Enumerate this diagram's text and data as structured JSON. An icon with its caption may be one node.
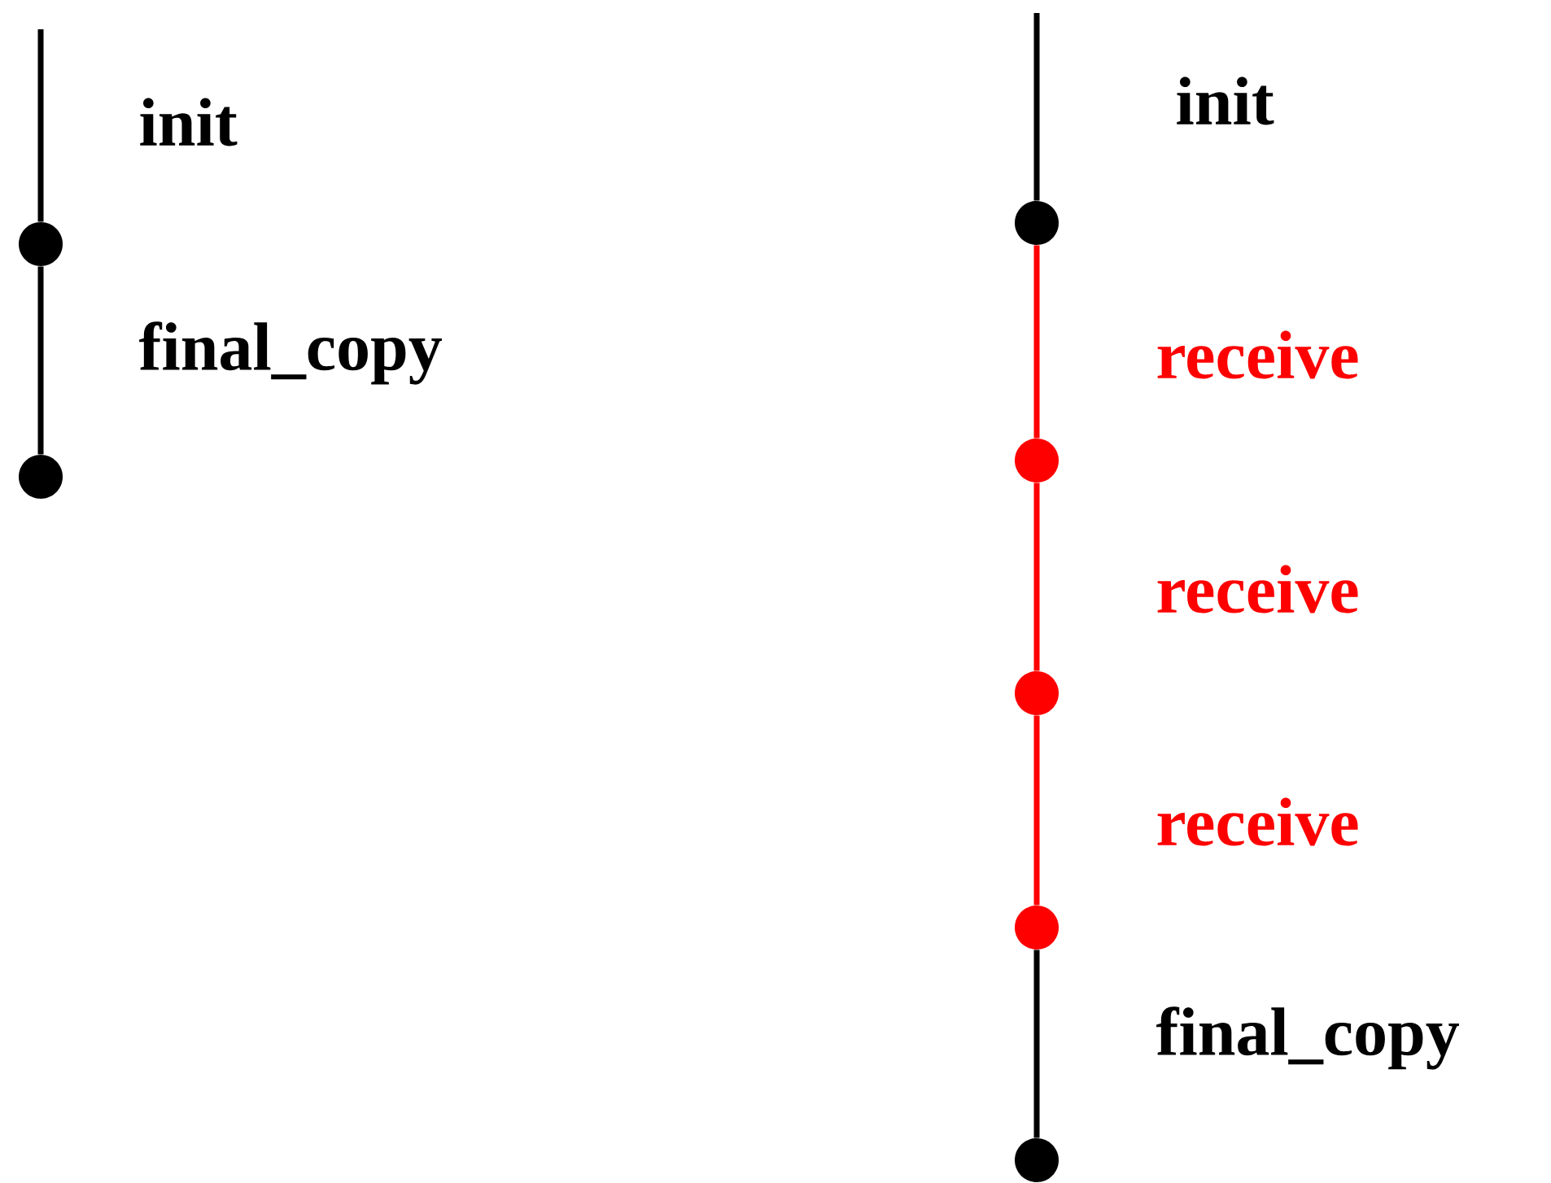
{
  "diagram": {
    "nodes": [
      {
        "text": [],
        "shape": "circle"
      },
      {
        "text": [],
        "shape": "circle"
      },
      {
        "text": [],
        "shape": "circle"
      },
      {
        "text": [],
        "shape": "circle"
      },
      {
        "text": [],
        "shape": "circle"
      },
      {
        "text": [],
        "shape": "circle"
      },
      {
        "text": [],
        "shape": "circle"
      }
    ],
    "edges": [
      {
        "from": null,
        "to": 0,
        "arrow": "none",
        "label": "init"
      },
      {
        "from": 0,
        "to": 1,
        "arrow": "none",
        "label": "final_copy"
      },
      {
        "from": null,
        "to": 2,
        "arrow": "none",
        "label": "init"
      },
      {
        "from": 2,
        "to": 3,
        "arrow": "none",
        "label": "receive",
        "color": "#ff0000"
      },
      {
        "from": 3,
        "to": 4,
        "arrow": "none",
        "label": "receive",
        "color": "#ff0000"
      },
      {
        "from": 4,
        "to": 5,
        "arrow": "none",
        "label": "receive",
        "color": "#ff0000"
      },
      {
        "from": 5,
        "to": 6,
        "arrow": "none",
        "label": "final_copy"
      }
    ]
  }
}
